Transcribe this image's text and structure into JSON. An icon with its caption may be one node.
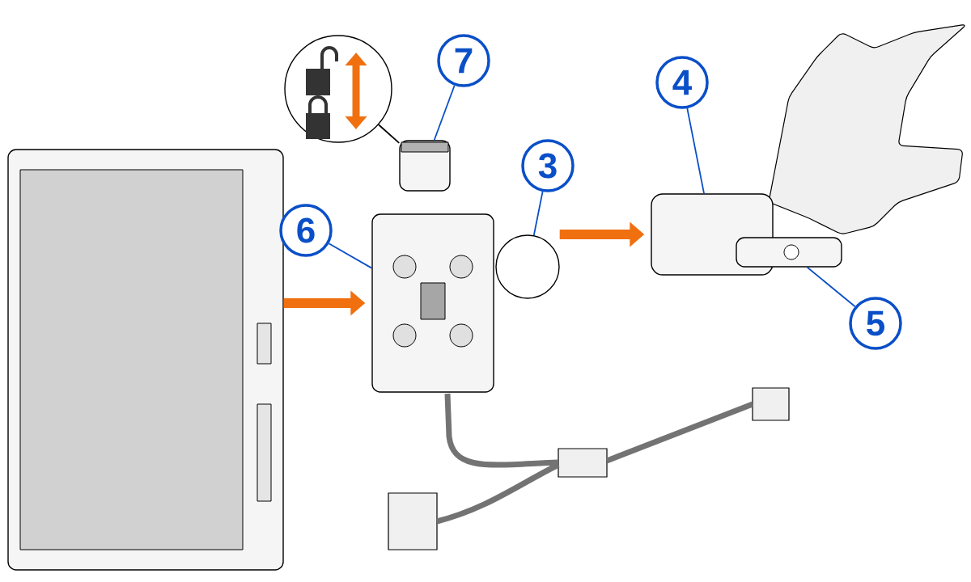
{
  "diagram": {
    "nodes": [
      {
        "text": [
          "7"
        ]
      },
      {
        "text": [],
        "shape": "picture"
      },
      {
        "text": [
          "6"
        ]
      },
      {
        "text": [],
        "shape": "picture"
      },
      {
        "text": [
          "3"
        ]
      },
      {
        "text": [],
        "shape": "circle"
      },
      {
        "text": [
          "4"
        ]
      },
      {
        "text": [],
        "shape": "box"
      },
      {
        "text": [
          "5"
        ]
      },
      {
        "text": [],
        "shape": "picture"
      },
      {
        "text": [],
        "shape": "picture"
      },
      {
        "text": [],
        "shape": "circle"
      }
    ],
    "edges": [
      {
        "from": 0,
        "to": 1,
        "arrow": "none"
      },
      {
        "from": 2,
        "to": 3,
        "arrow": "none"
      },
      {
        "from": 4,
        "to": 5,
        "arrow": "none"
      },
      {
        "from": 6,
        "to": 7,
        "arrow": "none"
      },
      {
        "from": 8,
        "to": 9,
        "arrow": "none"
      },
      {
        "from": 11,
        "to": 1,
        "arrow": "none",
        "color": "#000000"
      },
      {
        "from": 10,
        "to": 3,
        "arrow": "to",
        "style": "thick",
        "color": "#f07010"
      },
      {
        "from": 5,
        "to": 7,
        "arrow": "to",
        "style": "thick",
        "color": "#f07010"
      }
    ]
  }
}
